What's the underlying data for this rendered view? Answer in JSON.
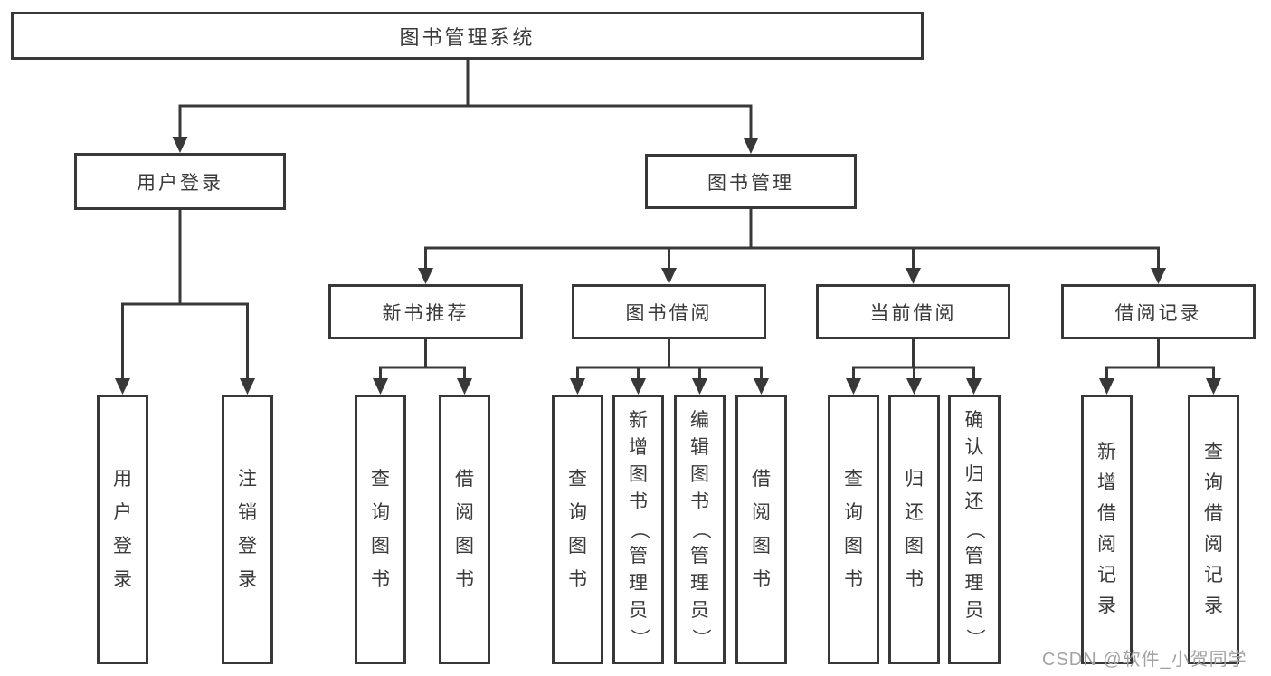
{
  "title": "图书管理系统",
  "colors": {
    "line": "#383838",
    "box_border": "#383838",
    "text": "#3a3a3a",
    "watermark": "#a3a3a3",
    "background": "#ffffff"
  },
  "tree": {
    "label": "图书管理系统",
    "children": [
      {
        "label": "用户登录",
        "children": [
          {
            "label": "用户登录"
          },
          {
            "label": "注销登录"
          }
        ]
      },
      {
        "label": "图书管理",
        "children": [
          {
            "label": "新书推荐",
            "children": [
              {
                "label": "查询图书"
              },
              {
                "label": "借阅图书"
              }
            ]
          },
          {
            "label": "图书借阅",
            "children": [
              {
                "label": "查询图书"
              },
              {
                "label": "新增图书（管理员）"
              },
              {
                "label": "编辑图书（管理员）"
              },
              {
                "label": "借阅图书"
              }
            ]
          },
          {
            "label": "当前借阅",
            "children": [
              {
                "label": "查询图书"
              },
              {
                "label": "归还图书"
              },
              {
                "label": "确认归还（管理员）"
              }
            ]
          },
          {
            "label": "借阅记录",
            "children": [
              {
                "label": "新增借阅记录"
              },
              {
                "label": "查询借阅记录"
              }
            ]
          }
        ]
      }
    ]
  },
  "watermark": {
    "text": "CSDN @软件_小贺同学"
  }
}
